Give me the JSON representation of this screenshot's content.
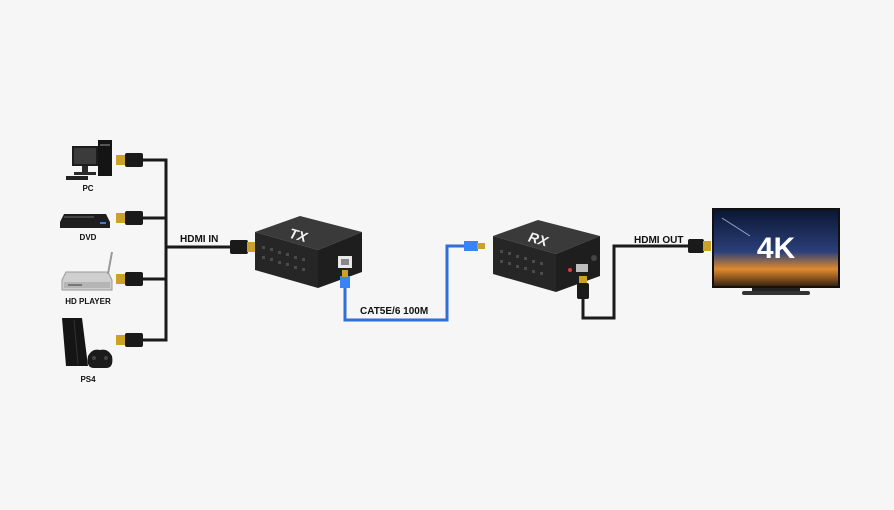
{
  "sources": [
    {
      "label": "PC",
      "icon": "pc-icon"
    },
    {
      "label": "DVD",
      "icon": "dvd-player-icon"
    },
    {
      "label": "HD PLAYER",
      "icon": "media-player-icon"
    },
    {
      "label": "PS4",
      "icon": "game-console-icon"
    }
  ],
  "links": {
    "hdmi_in": "HDMI IN",
    "cable": "CAT5E/6 100M",
    "hdmi_out": "HDMI OUT"
  },
  "transmitter": {
    "label": "TX"
  },
  "receiver": {
    "label": "RX"
  },
  "display": {
    "label": "4K",
    "icon": "tv-icon"
  },
  "colors": {
    "background": "#f6f6f6",
    "hdmi_cable": "#1a1a1a",
    "lan_cable": "#2f6fd6",
    "connector_gold": "#c9a227",
    "box_body": "#2b2b2b"
  }
}
